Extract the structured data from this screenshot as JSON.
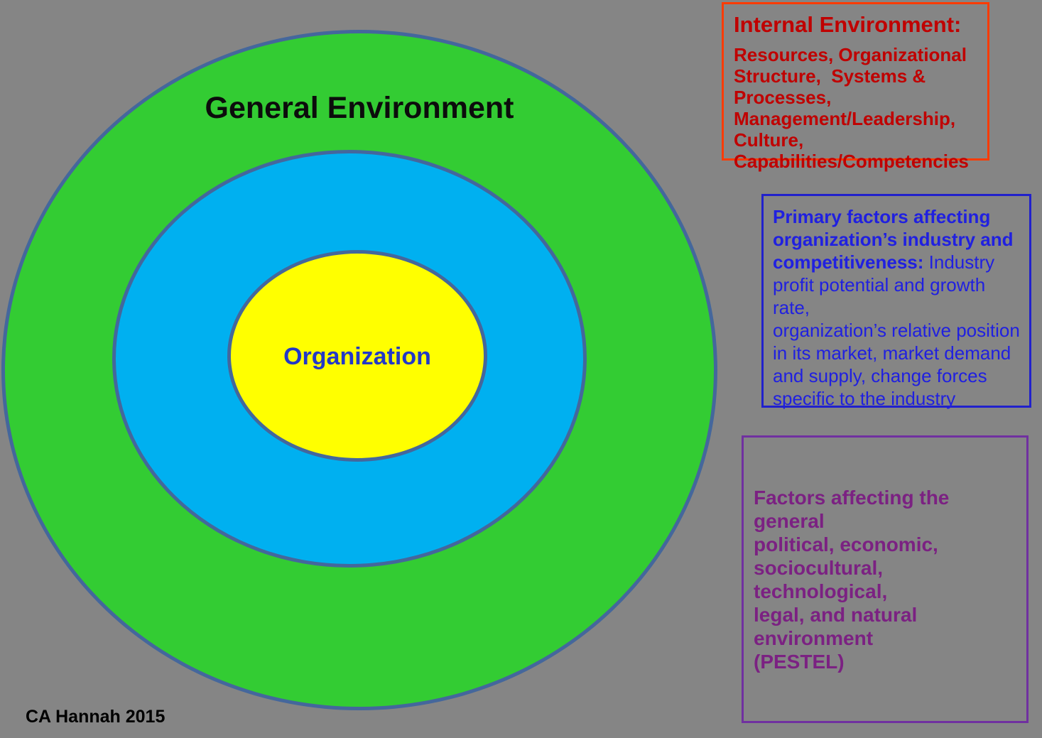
{
  "canvas": {
    "background_color": "#858585"
  },
  "diagram": {
    "outer_label": "General Environment",
    "inner_label": "Organization",
    "colors": {
      "outer_ring_fill": "#33cc33",
      "middle_ring_fill": "#00b0f0",
      "inner_ellipse_fill": "#ffff00",
      "ring_border": "#44679c",
      "outer_label_color": "#0c0c0c",
      "inner_label_color": "#2238c8"
    }
  },
  "boxes": {
    "internal": {
      "title": "Internal Environment:",
      "body": "Resources, Organizational\nStructure,  Systems & Processes,\nManagement/Leadership,\nCulture,\nCapabilities/Competencies",
      "border_color": "#ff3b00",
      "text_color": "#c00000"
    },
    "industry": {
      "lead": "Primary factors affecting\norganization’s industry and\ncompetitiveness:",
      "rest": " Industry\nprofit potential and growth rate,\norganization’s relative position\nin its market, market demand\nand supply, change forces\nspecific to the industry",
      "border_color": "#2121cc",
      "text_color": "#2020e0"
    },
    "general": {
      "body": "Factors affecting the general\npolitical, economic,\nsociocultural, technological,\nlegal, and natural environment\n(PESTEL)",
      "border_color": "#7030a0",
      "text_color": "#7b2182"
    }
  },
  "footer": {
    "credit": "CA Hannah 2015"
  }
}
